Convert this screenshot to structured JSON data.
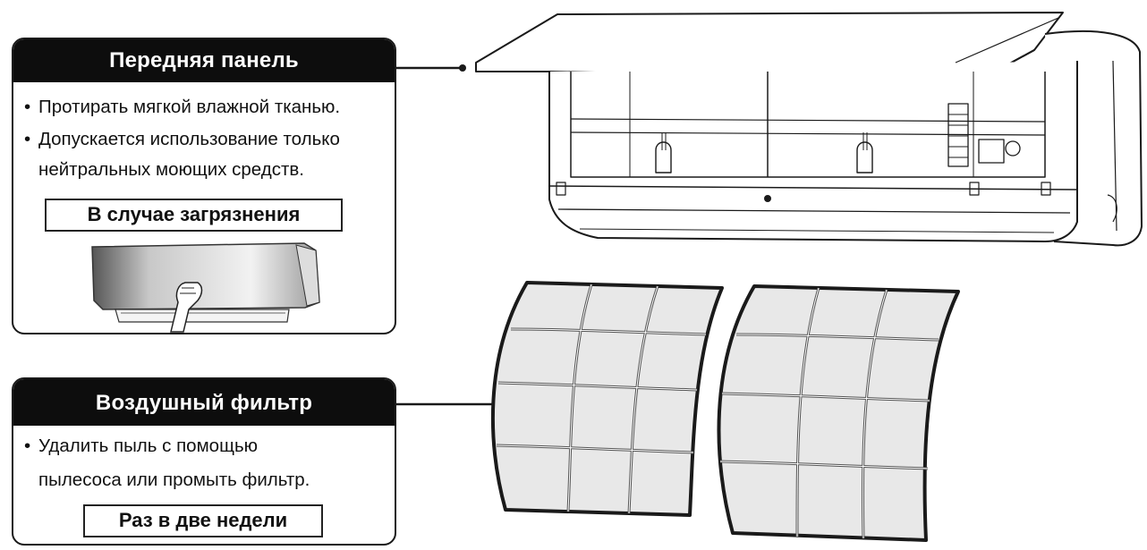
{
  "front_panel": {
    "title": "Передняя панель",
    "bullets": [
      "Протирать мягкой влажной тканью.",
      "Допускается использование только"
    ],
    "bullet2_cont": "нейтральных моющих средств.",
    "bullet_mark": "•",
    "tag": "В случае загрязнения"
  },
  "air_filter": {
    "title": "Воздушный фильтр",
    "bullet": "Удалить пыль с помощью",
    "bullet_cont": "пылесоса или промыть фильтр.",
    "bullet_mark": "•",
    "tag": "Раз в две недели"
  },
  "colors": {
    "header_bg": "#0d0d0d",
    "header_text": "#ffffff",
    "line": "#1a1a1a",
    "filter_mesh": "#e8e8e8"
  },
  "icons": [
    "air-conditioner-icon",
    "air-filter-icon",
    "hand-wiping-icon"
  ]
}
